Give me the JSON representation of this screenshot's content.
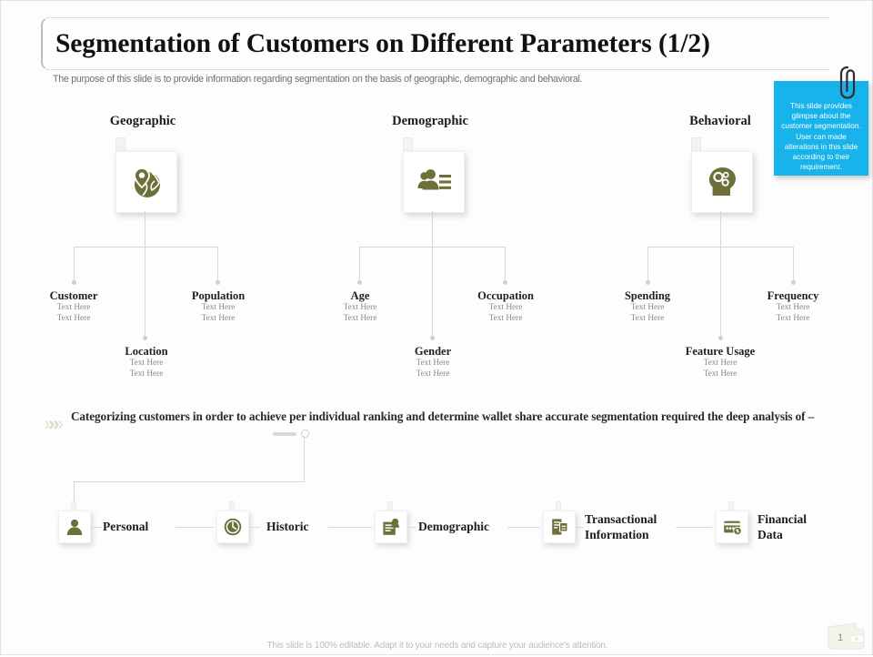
{
  "slide": {
    "title": "Segmentation of Customers on Different Parameters (1/2)",
    "subtitle": "The purpose of this slide is to provide information regarding segmentation on the basis of geographic, demographic and behavioral.",
    "footer": "This slide is 100% editable. Adapt it to your needs and capture your audience's attention.",
    "page_number": "1"
  },
  "note": {
    "text": "This slide provides glimpse about the customer segmentation. User can made alterations in this slide according to their requirement.",
    "color": "#17b3ea",
    "clip_icon": "paperclip-icon"
  },
  "branches": [
    {
      "title": "Geographic",
      "icon": "globe-pin-icon",
      "leaves": [
        {
          "title": "Customer",
          "line1": "Text Here",
          "line2": "Text Here"
        },
        {
          "title": "Location",
          "line1": "Text Here",
          "line2": "Text Here"
        },
        {
          "title": "Population",
          "line1": "Text Here",
          "line2": "Text Here"
        }
      ]
    },
    {
      "title": "Demographic",
      "icon": "people-list-icon",
      "leaves": [
        {
          "title": "Age",
          "line1": "Text Here",
          "line2": "Text Here"
        },
        {
          "title": "Gender",
          "line1": "Text Here",
          "line2": "Text Here"
        },
        {
          "title": "Occupation",
          "line1": "Text Here",
          "line2": "Text Here"
        }
      ]
    },
    {
      "title": "Behavioral",
      "icon": "head-gears-icon",
      "leaves": [
        {
          "title": "Spending",
          "line1": "Text Here",
          "line2": "Text Here"
        },
        {
          "title": "Feature Usage",
          "line1": "Text Here",
          "line2": "Text Here"
        },
        {
          "title": "Frequency",
          "line1": "Text Here",
          "line2": "Text Here"
        }
      ]
    }
  ],
  "statement": {
    "text": "Categorizing customers in order to achieve per individual ranking and determine wallet share accurate segmentation required the deep analysis of –",
    "marker": "chevron-marker-icon"
  },
  "analysis_items": [
    {
      "label_line1": "Personal",
      "label_line2": "",
      "icon": "person-icon"
    },
    {
      "label_line1": "Historic",
      "label_line2": "",
      "icon": "clock-icon"
    },
    {
      "label_line1": "Demographic",
      "label_line2": "",
      "icon": "demographic-doc-icon"
    },
    {
      "label_line1": "Transactional",
      "label_line2": "Information",
      "icon": "transaction-doc-icon"
    },
    {
      "label_line1": "Financial",
      "label_line2": "Data",
      "icon": "financial-card-icon"
    }
  ],
  "colors": {
    "accent_olive": "#6e7039",
    "note_cyan": "#17b3ea",
    "line_gray": "#d5d5d5"
  }
}
